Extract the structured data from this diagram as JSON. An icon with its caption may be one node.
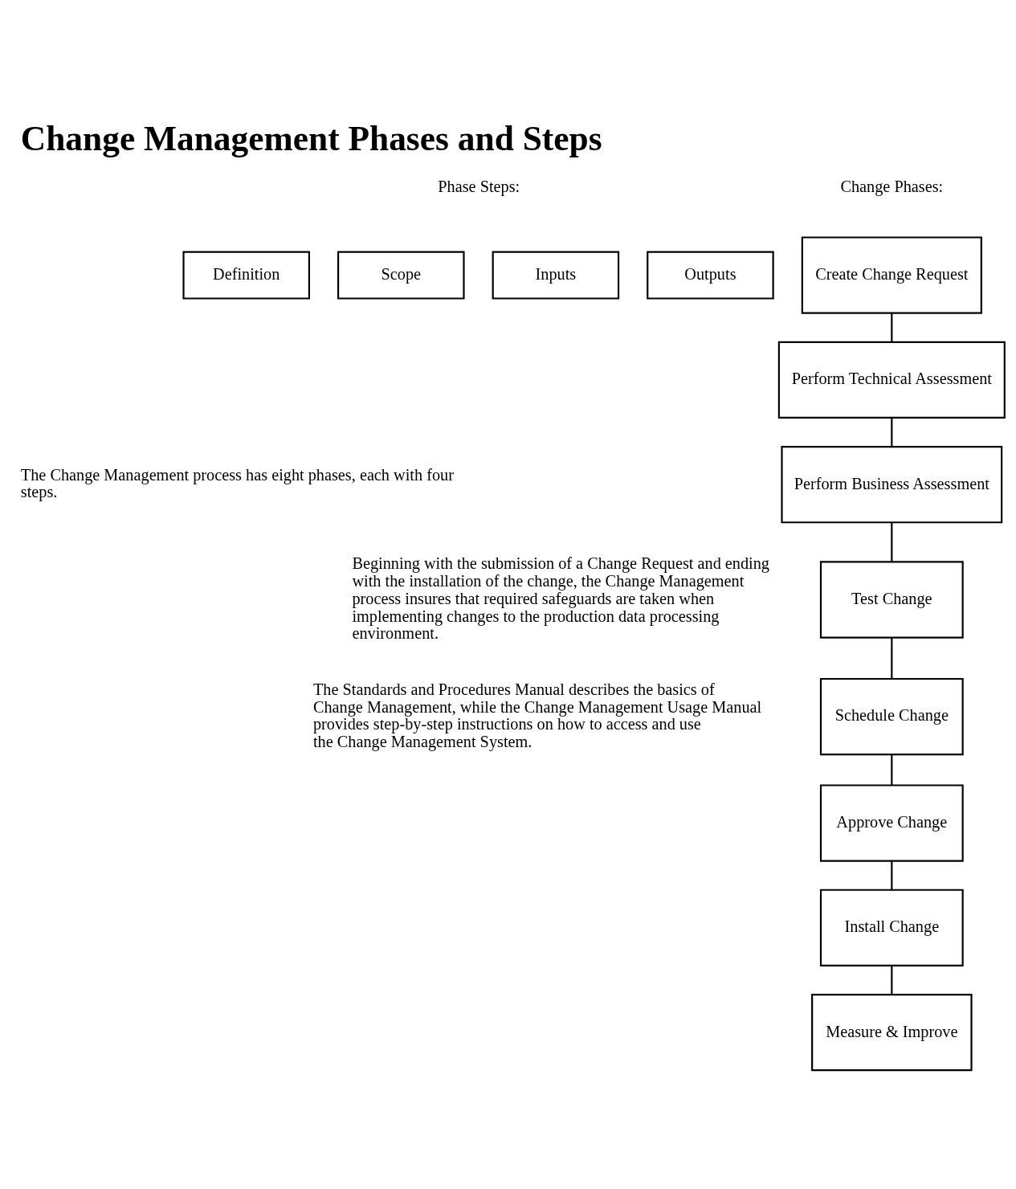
{
  "diagram": {
    "title": "Change Management Phases and Steps",
    "nodes": [
      {
        "text": [
          "Create Change Request"
        ]
      },
      {
        "text": [
          "Perform Technical Assessment"
        ]
      },
      {
        "text": [
          "Perform Business Assessment"
        ]
      },
      {
        "text": [
          "Test Change"
        ]
      },
      {
        "text": [
          "Schedule Change"
        ]
      },
      {
        "text": [
          "Approve Change"
        ]
      },
      {
        "text": [
          "Install Change"
        ]
      },
      {
        "text": [
          "Measure & Improve"
        ]
      },
      {
        "text": [
          "Definition"
        ]
      },
      {
        "text": [
          "Scope"
        ]
      },
      {
        "text": [
          "Inputs"
        ]
      },
      {
        "text": [
          "Outputs"
        ]
      }
    ],
    "edges": [
      {
        "from": 0,
        "to": 1,
        "arrow": "none"
      },
      {
        "from": 1,
        "to": 2,
        "arrow": "none"
      },
      {
        "from": 2,
        "to": 3,
        "arrow": "none"
      },
      {
        "from": 3,
        "to": 4,
        "arrow": "none"
      },
      {
        "from": 4,
        "to": 5,
        "arrow": "none"
      },
      {
        "from": 5,
        "to": 6,
        "arrow": "none"
      },
      {
        "from": 6,
        "to": 7,
        "arrow": "none"
      }
    ],
    "labels": [
      "Change Phases:",
      "Phase Steps:",
      "The Change Management process has eight phases, each with four steps.",
      "Beginning with the submission of a Change Request and ending with the installation of the change, the Change Management process insures that required safeguards are taken when implementing changes to the production data processing environment.",
      "The Standards and Procedures Manual describes the basics of Change Management, while the Change Management Usage Manual provides step-by-step instructions on how to access and use the Change Management System."
    ]
  }
}
